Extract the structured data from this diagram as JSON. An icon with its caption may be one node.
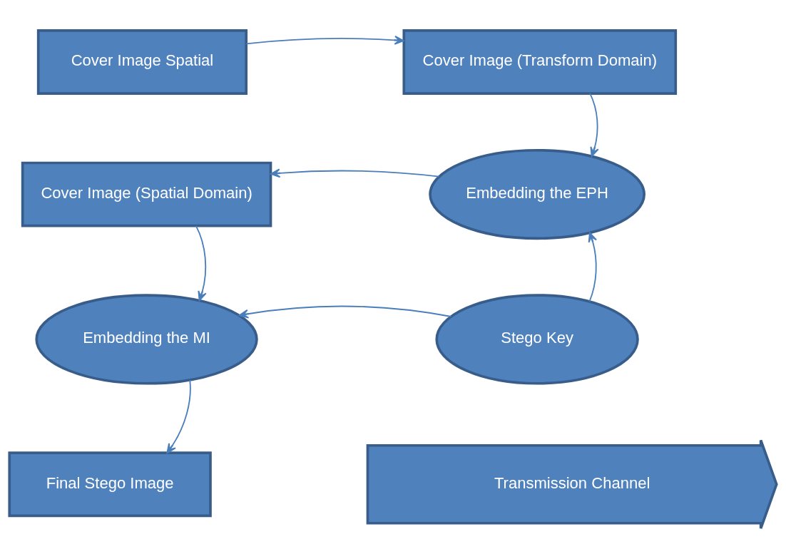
{
  "diagram": {
    "nodes": [
      {
        "text": [
          "Cover Image Spatial"
        ]
      },
      {
        "text": [
          "Cover Image (Transform Domain)"
        ]
      },
      {
        "text": [
          "Cover Image (Spatial Domain)"
        ]
      },
      {
        "text": [
          "Embedding the EPH"
        ]
      },
      {
        "text": [
          "Embedding the MI"
        ]
      },
      {
        "text": [
          "Stego Key"
        ]
      },
      {
        "text": [
          "Final Stego Image"
        ]
      },
      {
        "text": [
          "Transmission Channel"
        ]
      }
    ],
    "edges": [
      {
        "from": 0,
        "to": 1,
        "arrow": "to"
      },
      {
        "from": 1,
        "to": 3,
        "arrow": "to"
      },
      {
        "from": 3,
        "to": 2,
        "arrow": "to"
      },
      {
        "from": 2,
        "to": 4,
        "arrow": "to"
      },
      {
        "from": 5,
        "to": 3,
        "arrow": "to"
      },
      {
        "from": 5,
        "to": 4,
        "arrow": "to"
      },
      {
        "from": 4,
        "to": 6,
        "arrow": "to"
      }
    ]
  }
}
